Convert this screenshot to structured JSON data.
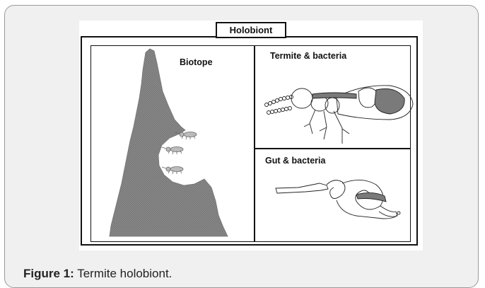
{
  "figure": {
    "title": "Holobiont",
    "panels": {
      "biotope": "Biotope",
      "termite": "Termite & bacteria",
      "gut": "Gut & bacteria"
    }
  },
  "caption": {
    "label": "Figure 1:",
    "text": " Termite holobiont."
  },
  "colors": {
    "card_background": "#f0f0f0",
    "card_border": "#9a9a9a",
    "mound_fill": "#8a8a8a",
    "gut_fill": "#7a7a7a"
  }
}
